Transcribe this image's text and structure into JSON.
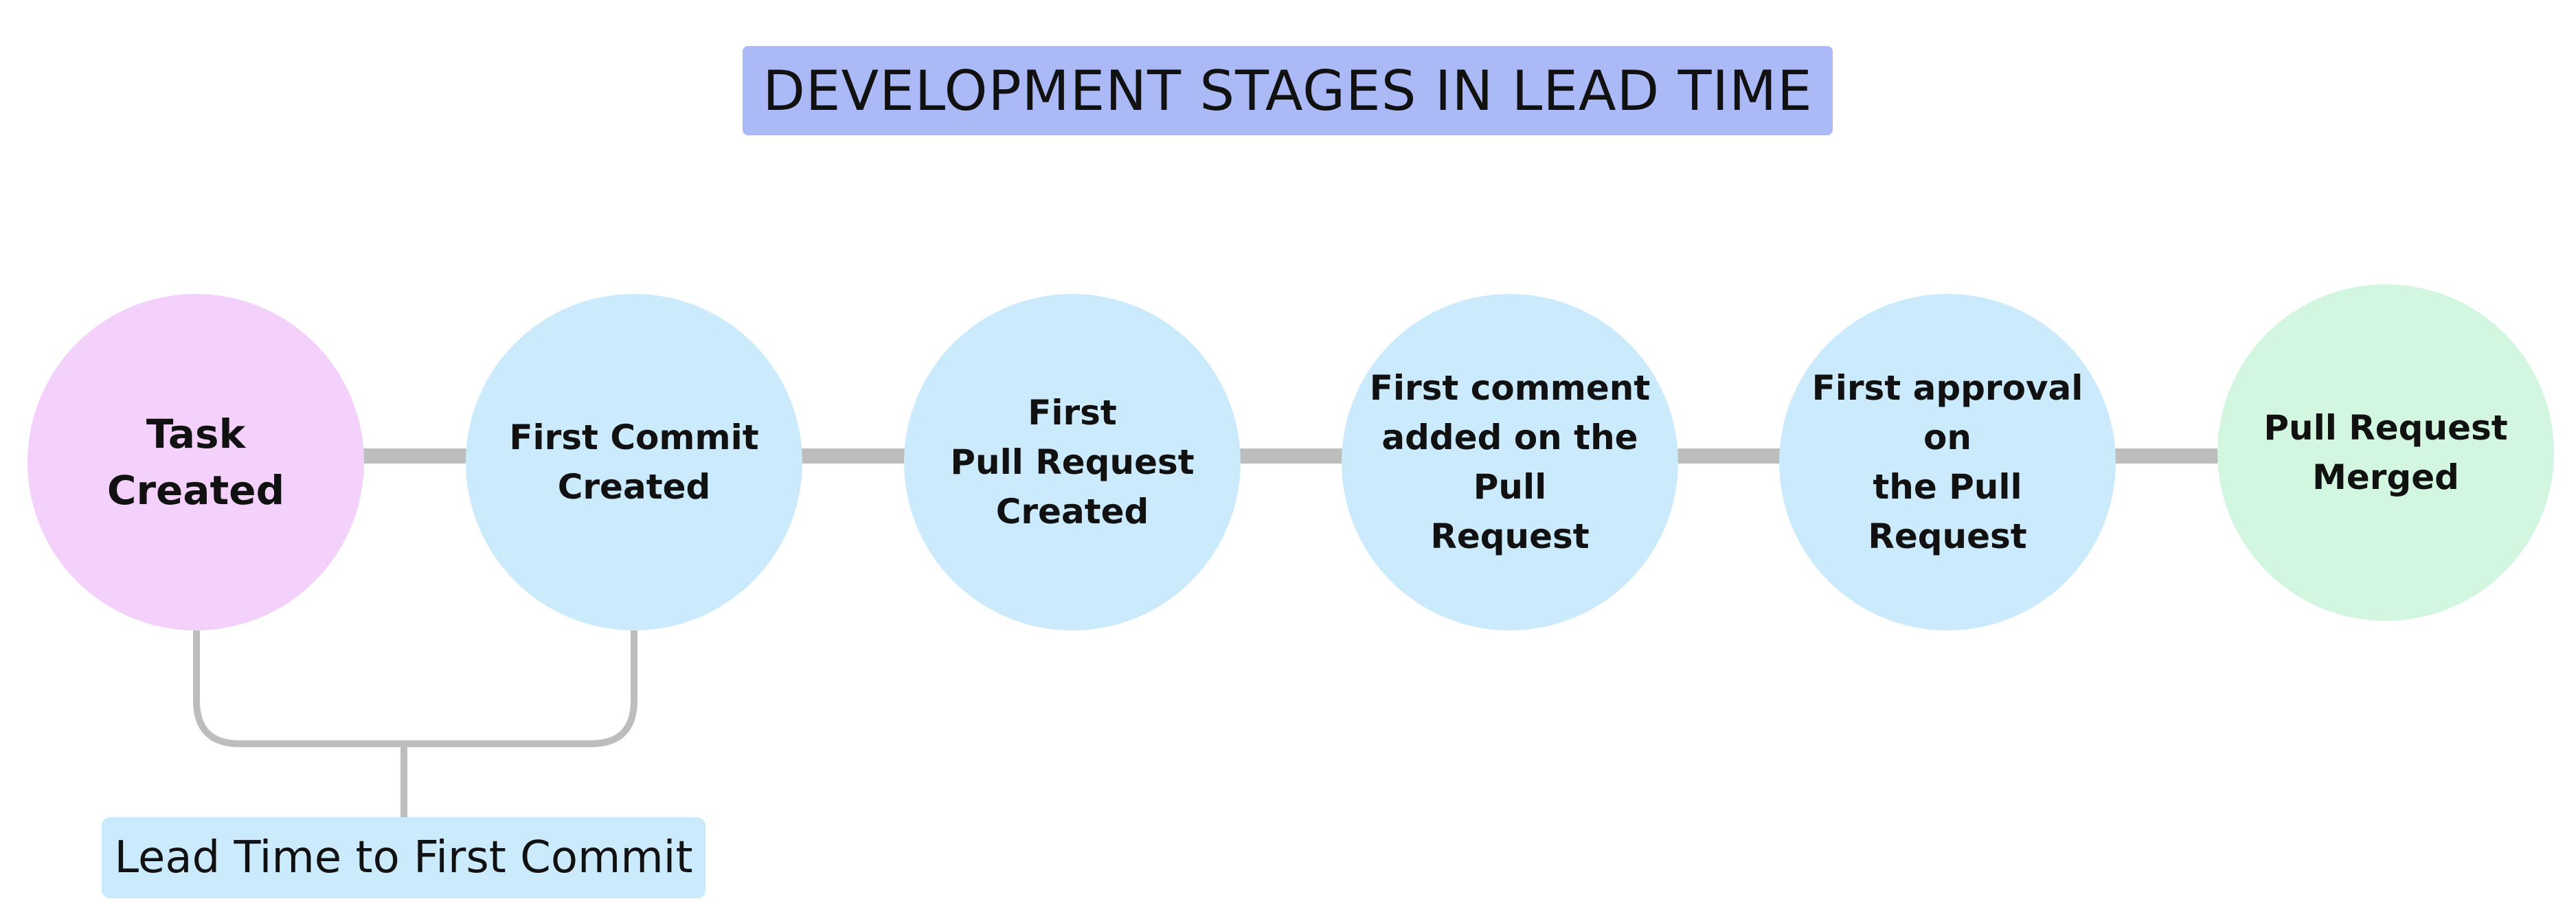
{
  "title": "DEVELOPMENT STAGES IN LEAD TIME",
  "colors": {
    "title_bg": "#abb9f7",
    "task_created": "#f4d1fb",
    "intermediate_stage": "#cbebfd",
    "merged": "#d2f6df",
    "connector": "#bdbdbd",
    "lead_label_bg": "#cbebfd"
  },
  "stages": [
    {
      "label": "Task\nCreated"
    },
    {
      "label": "First Commit\nCreated"
    },
    {
      "label": "First\nPull Request\nCreated"
    },
    {
      "label": "First comment\nadded on the Pull\nRequest"
    },
    {
      "label": "First approval on\nthe Pull Request"
    },
    {
      "label": "Pull Request\nMerged"
    }
  ],
  "lead_time": {
    "label": "Lead Time to First Commit"
  }
}
